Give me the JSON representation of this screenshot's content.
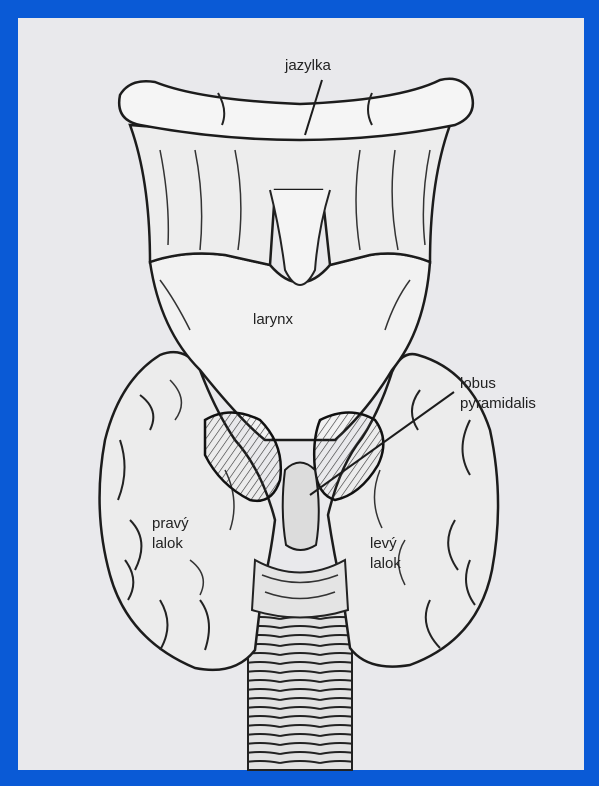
{
  "colors": {
    "frame": "#0a5ad6",
    "paper": "#e9e9ec",
    "ink": "#1c1c1c"
  },
  "labels": {
    "hyoid": "jazylka",
    "larynx": "larynx",
    "pyramidal_1": "lobus",
    "pyramidal_2": "pyramidalis",
    "right_lobe_1": "pravý",
    "right_lobe_2": "lalok",
    "left_lobe_1": "levý",
    "left_lobe_2": "lalok"
  }
}
